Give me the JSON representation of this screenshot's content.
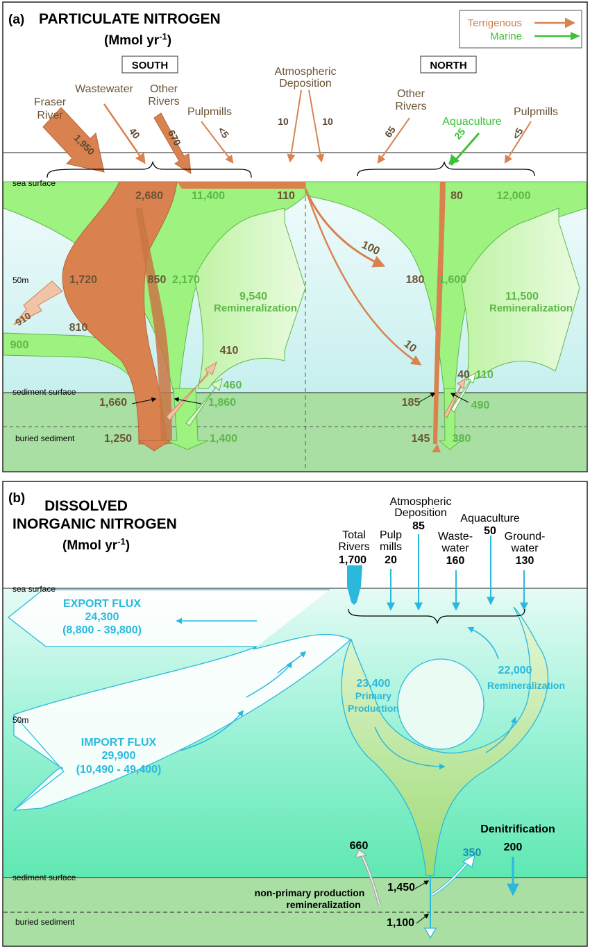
{
  "panel_a": {
    "tag": "(a)",
    "title": "PARTICULATE NITROGEN",
    "units": "(Mmol yr",
    "units_exp": "-1",
    "units_close": ")",
    "south": "SOUTH",
    "north": "NORTH",
    "legend": {
      "terrigenous": "Terrigenous",
      "marine": "Marine"
    },
    "levels": {
      "sea_surface": "sea surface",
      "depth_50m": "50m",
      "sediment_surface": "sediment surface",
      "buried_sediment": "buried sediment"
    },
    "sources": {
      "fraser1": "Fraser",
      "fraser2": "River",
      "fraser_val": "1,950",
      "wastewater": "Wastewater",
      "wastewater_val": "40",
      "other_rivers_s1": "Other",
      "other_rivers_s2": "Rivers",
      "other_rivers_s_val": "670",
      "pulpmills_s": "Pulpmills",
      "pulpmills_s_val": "<5",
      "atm1": "Atmospheric",
      "atm2": "Deposition",
      "atm_s_val": "10",
      "atm_n_val": "10",
      "other_rivers_n1": "Other",
      "other_rivers_n2": "Rivers",
      "other_rivers_n_val": "65",
      "aquaculture": "Aquaculture",
      "aquaculture_val": "25",
      "pulpmills_n": "Pulpmills",
      "pulpmills_n_val": "<5"
    },
    "south_values": {
      "terr_surface": "2,680",
      "marine_surface": "11,400",
      "atm_surface": "110",
      "terr_mid_left": "1,720",
      "terr_mid_right": "850",
      "marine_mid": "2,170",
      "remin_val": "9,540",
      "remin_label": "Remineralization",
      "export_left": "910",
      "terr_low": "810",
      "marine_import": "900",
      "remin_return_terr": "410",
      "remin_return_marine": "460",
      "sed_terr": "1,660",
      "sed_marine": "1,860",
      "buried_terr": "1,250",
      "buried_marine": "1,400"
    },
    "north_values": {
      "transfer_upper": "100",
      "transfer_lower": "10",
      "terr_surface": "80",
      "marine_surface": "12,000",
      "terr_mid": "180",
      "marine_mid": "1,600",
      "remin_val": "11,500",
      "remin_label": "Remineralization",
      "return_terr": "40",
      "return_marine": "110",
      "sed_terr": "185",
      "sed_marine": "490",
      "buried_terr": "145",
      "buried_marine": "380"
    }
  },
  "panel_b": {
    "tag": "(b)",
    "title1": "DISSOLVED",
    "title2": "INORGANIC NITROGEN",
    "units": "(Mmol yr",
    "units_exp": "-1",
    "units_close": ")",
    "levels": {
      "sea_surface": "sea surface",
      "depth_50m": "50m",
      "sediment_surface": "sediment surface",
      "buried_sediment": "buried sediment"
    },
    "sources": {
      "total_rivers1": "Total",
      "total_rivers2": "Rivers",
      "total_rivers_val": "1,700",
      "pulp1": "Pulp",
      "pulp2": "mills",
      "pulp_val": "20",
      "atm1": "Atmospheric",
      "atm2": "Deposition",
      "atm_val": "85",
      "waste1": "Waste-",
      "waste2": "water",
      "waste_val": "160",
      "aqua": "Aquaculture",
      "aqua_val": "50",
      "ground1": "Ground-",
      "ground2": "water",
      "ground_val": "130"
    },
    "export": {
      "label": "EXPORT FLUX",
      "value": "24,300",
      "range": "(8,800 - 39,800)"
    },
    "import": {
      "label": "IMPORT FLUX",
      "value": "29,900",
      "range": "(10,490 - 49,400)"
    },
    "primary": {
      "value": "23,400",
      "label1": "Primary",
      "label2": "Production"
    },
    "remin": {
      "value": "22,000",
      "label": "Remineralization"
    },
    "denitrification": {
      "label": "Denitrification",
      "value": "200"
    },
    "sediment": {
      "up_grey": "660",
      "up_blue": "350",
      "sed_flux": "1,450",
      "buried": "1,100",
      "npp1": "non-primary production",
      "npp2": "remineralization"
    }
  },
  "colors": {
    "terrigenous": "#d9824f",
    "marine": "#8fe86a",
    "dissolved": "#2ab8dd",
    "text_brown": "#6b5436",
    "text_green": "#5db84a"
  }
}
